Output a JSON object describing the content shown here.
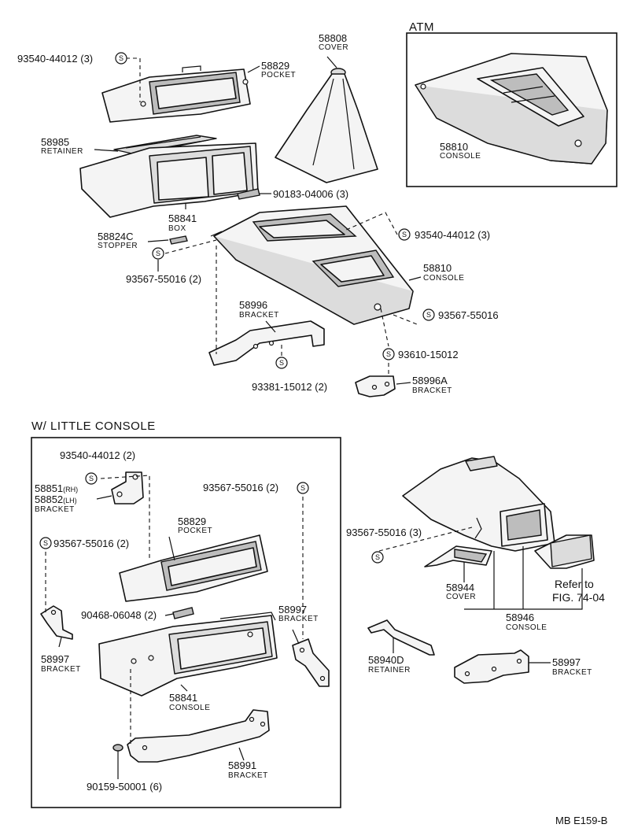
{
  "diagram": {
    "atm_title": "ATM",
    "little_console_title": "W/ LITTLE CONSOLE",
    "footer_code": "MB E159-B",
    "seal_symbol": "S",
    "labels": {
      "p1": "93540-44012 (3)",
      "p2": "58829",
      "p2n": "POCKET",
      "p3": "58808",
      "p3n": "COVER",
      "p4": "58985",
      "p4n": "RETAINER",
      "p5": "58810",
      "p5n": "CONSOLE",
      "p6": "90183-04006 (3)",
      "p7": "58841",
      "p7n": "BOX",
      "p8": "58824C",
      "p8n": "STOPPER",
      "p9": "93540-44012 (3)",
      "p10": "93567-55016 (2)",
      "p11": "58810",
      "p11n": "CONSOLE",
      "p12": "58996",
      "p12n": "BRACKET",
      "p13": "93567-55016",
      "p14": "93610-15012",
      "p15": "58996A",
      "p15n": "BRACKET",
      "p16": "93381-15012 (2)",
      "q1": "93540-44012 (2)",
      "q2a": "58851",
      "q2ar": "(RH)",
      "q2b": "58852",
      "q2br": "(LH)",
      "q2n": "BRACKET",
      "q3": "93567-55016 (2)",
      "q4": "58829",
      "q4n": "POCKET",
      "q5": "93567-55016 (2)",
      "q6": "90468-06048 (2)",
      "q7": "58997",
      "q7n": "BRACKET",
      "q8": "58997",
      "q8n": "BRACKET",
      "q9": "58841",
      "q9n": "CONSOLE",
      "q10": "58991",
      "q10n": "BRACKET",
      "q11": "90159-50001 (6)",
      "r1": "93567-55016 (3)",
      "r2": "58944",
      "r2n": "COVER",
      "r3a": "Refer to",
      "r3b": "FIG. 74-04",
      "r4": "58946",
      "r4n": "CONSOLE",
      "r5": "58940D",
      "r5n": "RETAINER",
      "r6": "58997",
      "r6n": "BRACKET"
    }
  }
}
